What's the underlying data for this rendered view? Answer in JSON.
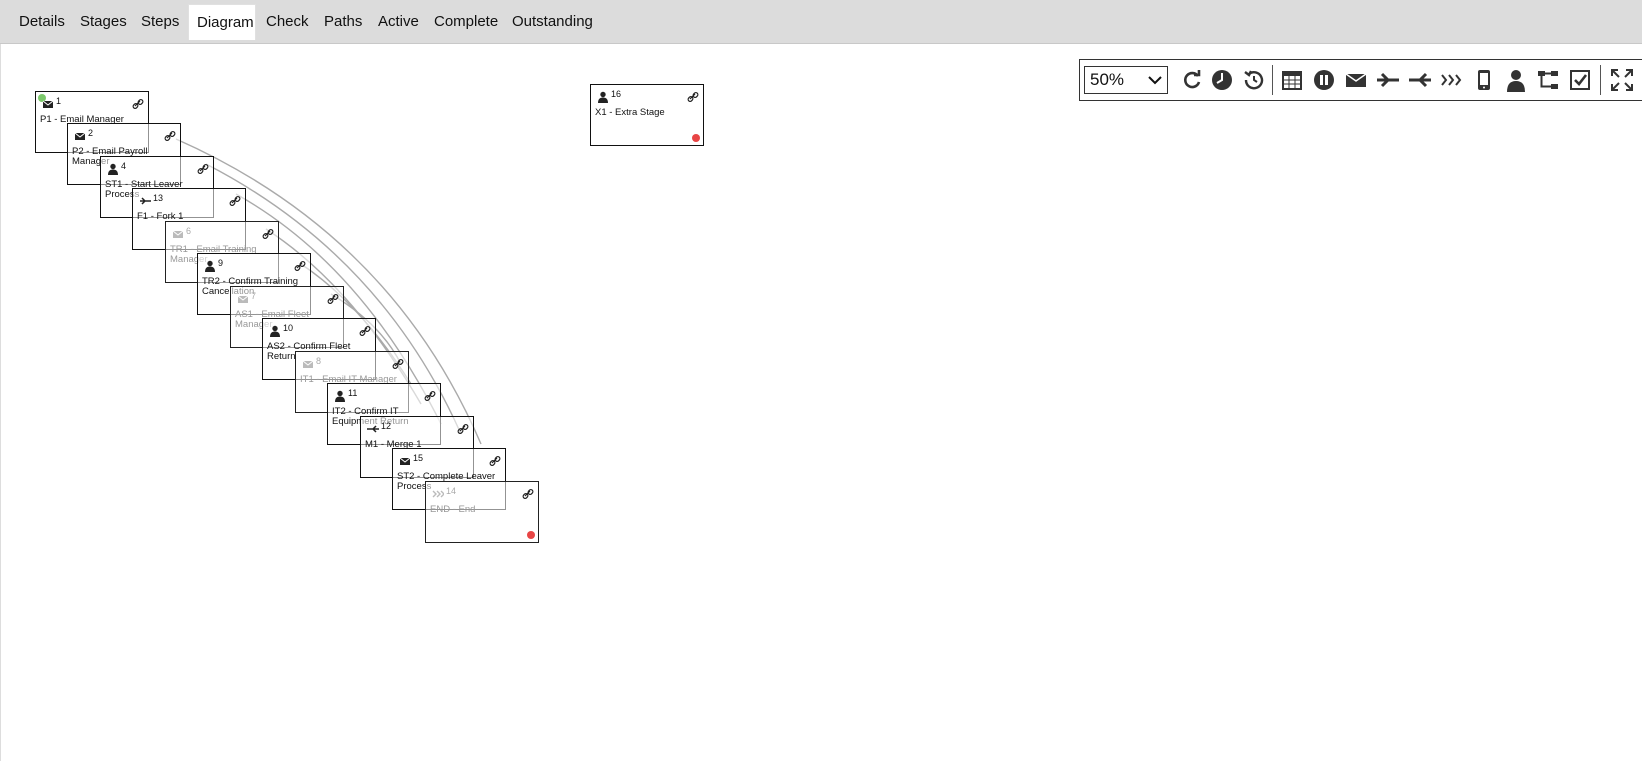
{
  "tabs": [
    {
      "label": "Details",
      "active": false
    },
    {
      "label": "Stages",
      "active": false
    },
    {
      "label": "Steps",
      "active": false
    },
    {
      "label": "Diagram",
      "active": true
    },
    {
      "label": "Check",
      "active": false
    },
    {
      "label": "Paths",
      "active": false
    },
    {
      "label": "Active",
      "active": false
    },
    {
      "label": "Complete",
      "active": false
    },
    {
      "label": "Outstanding",
      "active": false
    }
  ],
  "toolbar": {
    "zoom_value": "50%",
    "buttons": [
      "refresh-icon",
      "clock-icon",
      "undo-icon",
      "calendar-icon",
      "pause-icon",
      "email-icon",
      "fork-icon",
      "merge-icon",
      "chevrons-icon",
      "mobile-icon",
      "user-icon",
      "hierarchy-icon",
      "checkbox-icon",
      "fullscreen-icon"
    ]
  },
  "nodes": [
    {
      "id": "1",
      "label": "P1 - Email Manager",
      "icon": "email-icon",
      "status": "start",
      "faded": false
    },
    {
      "id": "2",
      "label": "P2 - Email Payroll Manager",
      "icon": "email-icon",
      "status": "",
      "faded": false
    },
    {
      "id": "4",
      "label": "ST1 - Start Leaver Process",
      "icon": "user-icon",
      "status": "",
      "faded": false
    },
    {
      "id": "13",
      "label": "F1 - Fork 1",
      "icon": "fork-icon",
      "status": "",
      "faded": false
    },
    {
      "id": "6",
      "label": "TR1 - Email Training Manager",
      "icon": "email-icon",
      "status": "",
      "faded": true
    },
    {
      "id": "9",
      "label": "TR2 - Confirm Training Cancellation",
      "icon": "user-icon",
      "status": "",
      "faded": false
    },
    {
      "id": "7",
      "label": "AS1 - Email Fleet Manager",
      "icon": "email-icon",
      "status": "",
      "faded": true
    },
    {
      "id": "10",
      "label": "AS2 - Confirm Fleet Return",
      "icon": "user-icon",
      "status": "",
      "faded": false
    },
    {
      "id": "8",
      "label": "IT1 - Email IT Manager",
      "icon": "email-icon",
      "status": "",
      "faded": true
    },
    {
      "id": "11",
      "label": "IT2 - Confirm IT Equipment Return",
      "icon": "user-icon",
      "status": "",
      "faded": false
    },
    {
      "id": "12",
      "label": "M1 - Merge 1",
      "icon": "merge-icon",
      "status": "",
      "faded": false
    },
    {
      "id": "15",
      "label": "ST2 - Complete Leaver Process",
      "icon": "email-icon",
      "status": "",
      "faded": false
    },
    {
      "id": "14",
      "label": "END - End",
      "icon": "chevrons-icon",
      "status": "end",
      "faded": true
    },
    {
      "id": "16",
      "label": "X1 - Extra Stage",
      "icon": "user-icon",
      "status": "end",
      "faded": false
    }
  ]
}
